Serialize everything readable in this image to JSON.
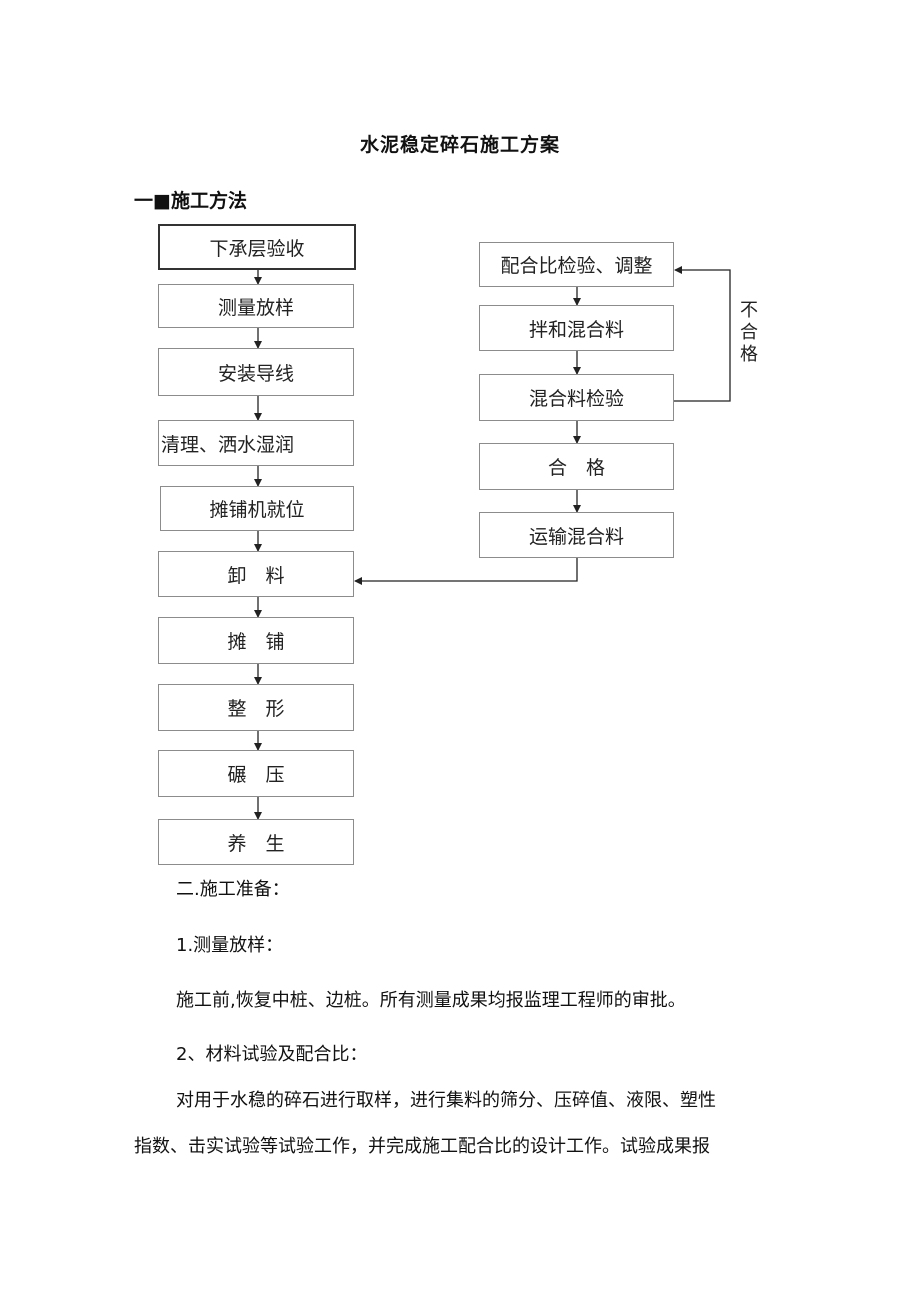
{
  "title": "水泥稳定碎石施工方案",
  "section_heading": "一■施工方法",
  "flow_left": [
    "下承层验收",
    "测量放样",
    "安装导线",
    "清理、洒水湿润",
    "摊铺机就位",
    "卸　料",
    "摊　铺",
    "整　形",
    "碾　压",
    "养　生"
  ],
  "flow_right": [
    "配合比检验、调整",
    "拌和混合料",
    "混合料检验",
    "合　格",
    "运输混合料"
  ],
  "loop_label": "不合格",
  "body": {
    "section2_heading": "二.施工准备：",
    "item1_heading": "1.测量放样：",
    "item1_text": "施工前,恢复中桩、边桩。所有测量成果均报监理工程师的审批。",
    "item2_heading": "2、材料试验及配合比：",
    "item2_text_line1": "对用于水稳的碎石进行取样，进行集料的筛分、压碎值、液限、塑性",
    "item2_text_line2": "指数、击实试验等试验工作，并完成施工配合比的设计工作。试验成果报"
  }
}
